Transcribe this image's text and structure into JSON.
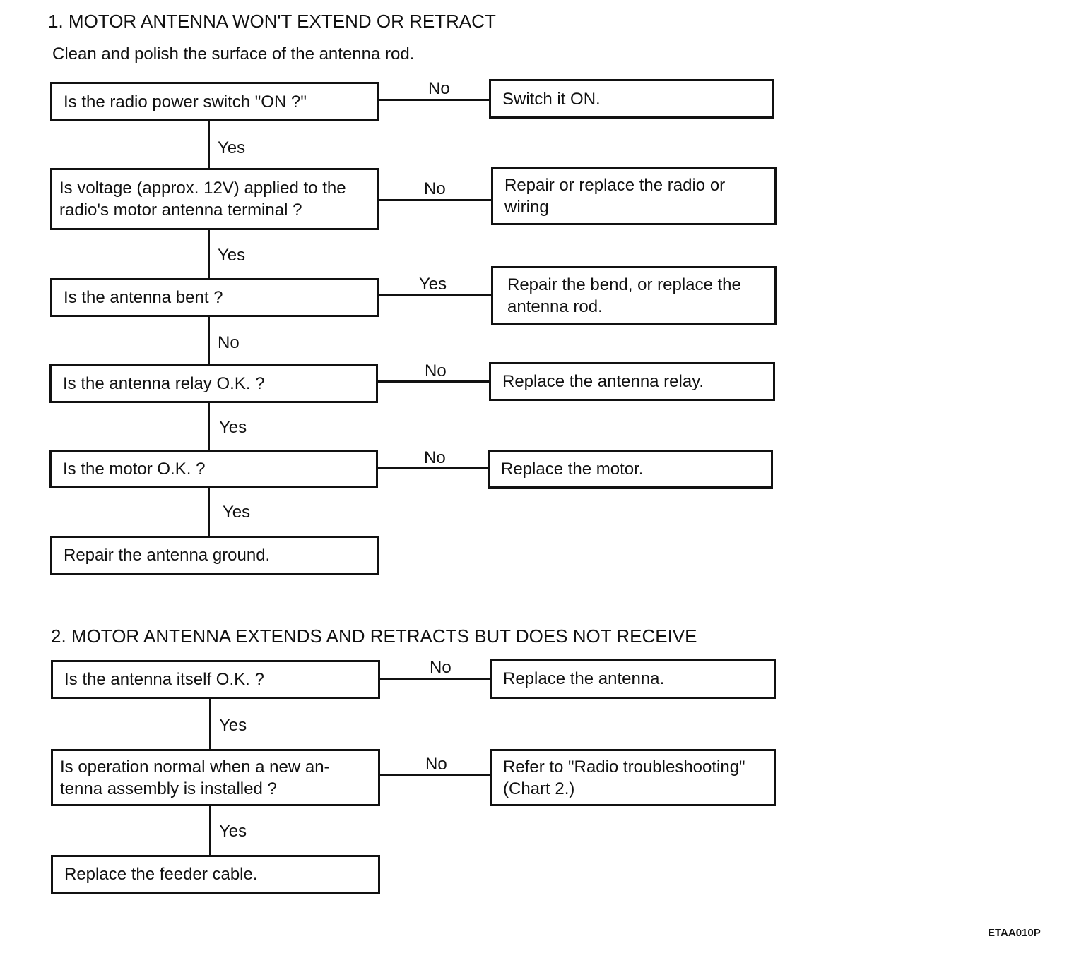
{
  "section1": {
    "title": "1.  MOTOR ANTENNA WON'T EXTEND OR RETRACT",
    "intro": "Clean and polish the surface of the antenna rod.",
    "steps": [
      {
        "question": "Is the radio power switch \"ON ?\"",
        "side_label": "No",
        "action": "Switch it ON.",
        "down_label": "Yes"
      },
      {
        "question": "Is voltage (approx. 12V) applied to the radio's motor antenna terminal ?",
        "side_label": "No",
        "action": "Repair or replace the radio or wiring",
        "down_label": "Yes"
      },
      {
        "question": "Is the antenna bent ?",
        "side_label": "Yes",
        "action": "Repair the bend, or replace the antenna rod.",
        "down_label": "No"
      },
      {
        "question": "Is the antenna relay O.K. ?",
        "side_label": "No",
        "action": "Replace the antenna relay.",
        "down_label": "Yes"
      },
      {
        "question": "Is the motor O.K. ?",
        "side_label": "No",
        "action": "Replace the motor.",
        "down_label": "Yes"
      }
    ],
    "final": "Repair the antenna ground."
  },
  "section2": {
    "title": "2.  MOTOR ANTENNA EXTENDS AND RETRACTS BUT DOES NOT RECEIVE",
    "steps": [
      {
        "question": "Is the antenna itself O.K. ?",
        "side_label": "No",
        "action": "Replace the antenna.",
        "down_label": "Yes"
      },
      {
        "question": "Is operation normal when a new an-tenna assembly is installed ?",
        "side_label": "No",
        "action": "Refer to \"Radio troubleshooting\" (Chart 2.)",
        "down_label": "Yes"
      }
    ],
    "final": "Replace the feeder cable."
  },
  "figure_code": "ETAA010P"
}
